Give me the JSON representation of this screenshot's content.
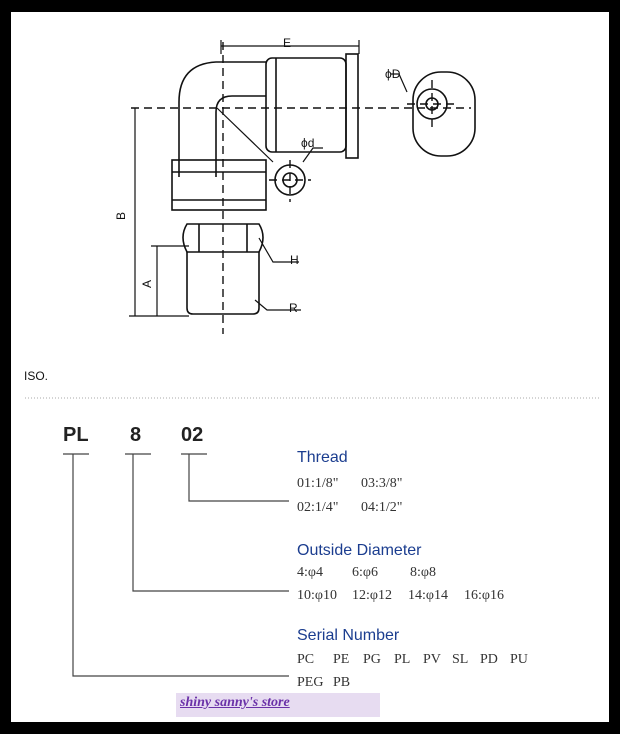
{
  "drawing": {
    "dim_E": "E",
    "dim_B": "B",
    "dim_A": "A",
    "dim_H": "H",
    "dim_R": "R",
    "dim_phiD": "ϕD",
    "dim_phid": "ϕd"
  },
  "standard_note": "ISO.",
  "code": {
    "series": "PL",
    "size": "8",
    "thread": "02"
  },
  "thread": {
    "title": "Thread",
    "options": [
      "01:1/8\"",
      "03:3/8\"",
      "02:1/4\"",
      "04:1/2\""
    ]
  },
  "outside_diameter": {
    "title": "Outside Diameter",
    "options": [
      "4:φ4",
      "6:φ6",
      "8:φ8",
      "10:φ10",
      "12:φ12",
      "14:φ14",
      "16:φ16"
    ]
  },
  "serial_number": {
    "title": "Serial Number",
    "options": [
      "PC",
      "PE",
      "PG",
      "PL",
      "PV",
      "SL",
      "PD",
      "PU",
      "PEG",
      "PB"
    ]
  },
  "watermark": "shiny sanny's store"
}
